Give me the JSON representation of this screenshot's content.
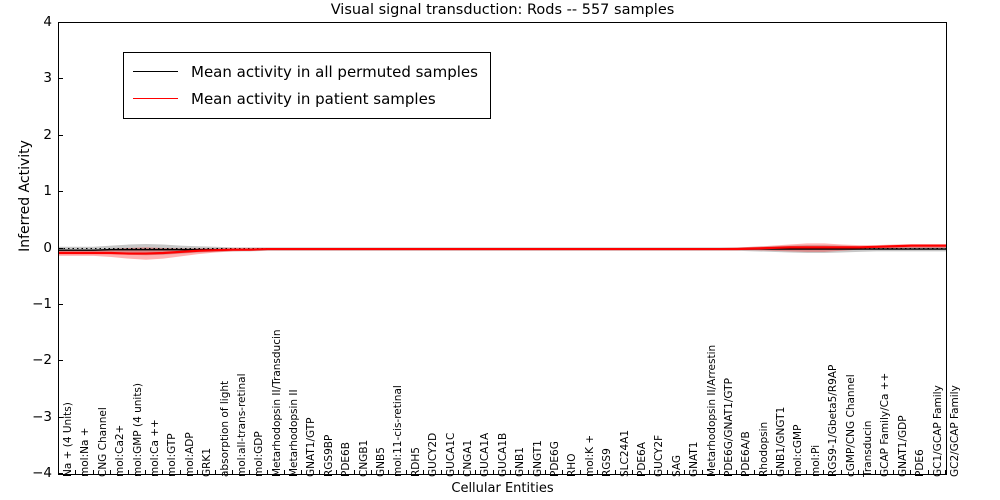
{
  "chart_data": {
    "type": "line",
    "title": "Visual signal transduction: Rods -- 557 samples",
    "xlabel": "Cellular Entities",
    "ylabel": "Inferred Activity",
    "ylim": [
      -4,
      4
    ],
    "yticks": [
      4,
      3,
      2,
      1,
      0,
      -1,
      -2,
      -3,
      -4
    ],
    "grid": false,
    "legend_position": "upper left",
    "zero_reference_line": true,
    "categories": [
      "Na + (4 Units)",
      "mol:Na +",
      "CNG Channel",
      "mol:Ca2+",
      "mol:GMP (4 units)",
      "mol:Ca ++",
      "mol:GTP",
      "mol:ADP",
      "GRK1",
      "absorption of light",
      "mol:all-trans-retinal",
      "mol:GDP",
      "Metarhodopsin II/Transducin",
      "Metarhodopsin II",
      "GNAT1/GTP",
      "RGS9BP",
      "PDE6B",
      "CNGB1",
      "GNB5",
      "mol:11-cis-retinal",
      "RDH5",
      "GUCY2D",
      "GUCA1C",
      "CNGA1",
      "GUCA1A",
      "GUCA1B",
      "GNB1",
      "GNGT1",
      "PDE6G",
      "RHO",
      "mol:K +",
      "RGS9",
      "SLC24A1",
      "PDE6A",
      "GUCY2F",
      "SAG",
      "GNAT1",
      "Metarhodopsin II/Arrestin",
      "PDE6G/GNAT1/GTP",
      "PDE6A/B",
      "Rhodopsin",
      "GNB1/GNGT1",
      "mol:cGMP",
      "mol:Pi",
      "RGS9-1/Gbeta5/R9AP",
      "cGMP/CNG Channel",
      "Transducin",
      "GCAP Family/Ca ++",
      "GNAT1/GDP",
      "PDE6",
      "GC1/GCAP Family",
      "GC2/GCAP Family"
    ],
    "series": [
      {
        "name": "Mean activity in all permuted samples",
        "color": "#000000",
        "values": [
          -0.03,
          -0.03,
          -0.03,
          -0.02,
          -0.02,
          -0.02,
          -0.02,
          -0.02,
          -0.02,
          -0.02,
          -0.02,
          -0.02,
          -0.01,
          -0.01,
          -0.01,
          -0.01,
          -0.01,
          -0.01,
          -0.01,
          -0.01,
          -0.01,
          -0.01,
          -0.01,
          -0.01,
          -0.01,
          -0.01,
          -0.01,
          -0.01,
          -0.01,
          -0.01,
          -0.01,
          -0.01,
          -0.01,
          -0.01,
          -0.01,
          -0.01,
          -0.01,
          -0.01,
          -0.01,
          -0.01,
          -0.01,
          -0.01,
          -0.01,
          -0.01,
          -0.01,
          -0.01,
          -0.01,
          -0.01,
          -0.01,
          -0.01,
          -0.01,
          -0.01
        ],
        "band_low": [
          -0.09,
          -0.09,
          -0.09,
          -0.1,
          -0.11,
          -0.12,
          -0.11,
          -0.09,
          -0.07,
          -0.06,
          -0.05,
          -0.05,
          -0.04,
          -0.04,
          -0.04,
          -0.04,
          -0.04,
          -0.04,
          -0.04,
          -0.04,
          -0.04,
          -0.04,
          -0.04,
          -0.04,
          -0.04,
          -0.04,
          -0.04,
          -0.04,
          -0.04,
          -0.04,
          -0.04,
          -0.04,
          -0.04,
          -0.04,
          -0.04,
          -0.04,
          -0.04,
          -0.04,
          -0.04,
          -0.04,
          -0.05,
          -0.06,
          -0.07,
          -0.08,
          -0.08,
          -0.07,
          -0.06,
          -0.05,
          -0.05,
          -0.05,
          -0.05,
          -0.05
        ],
        "band_high": [
          0.03,
          0.03,
          0.03,
          0.05,
          0.07,
          0.08,
          0.07,
          0.05,
          0.04,
          0.03,
          0.02,
          0.02,
          0.02,
          0.02,
          0.02,
          0.02,
          0.02,
          0.02,
          0.02,
          0.02,
          0.02,
          0.02,
          0.02,
          0.02,
          0.02,
          0.02,
          0.02,
          0.02,
          0.02,
          0.02,
          0.02,
          0.02,
          0.02,
          0.02,
          0.02,
          0.02,
          0.02,
          0.02,
          0.02,
          0.02,
          0.03,
          0.04,
          0.05,
          0.06,
          0.06,
          0.05,
          0.04,
          0.03,
          0.03,
          0.03,
          0.03,
          0.03
        ]
      },
      {
        "name": "Mean activity in patient samples",
        "color": "#ff0000",
        "values": [
          -0.08,
          -0.08,
          -0.08,
          -0.08,
          -0.09,
          -0.09,
          -0.08,
          -0.06,
          -0.04,
          -0.03,
          -0.02,
          -0.02,
          -0.01,
          -0.01,
          -0.01,
          -0.01,
          -0.01,
          -0.01,
          -0.01,
          -0.01,
          -0.01,
          -0.01,
          -0.01,
          -0.01,
          -0.01,
          -0.01,
          -0.01,
          -0.01,
          -0.01,
          -0.01,
          -0.01,
          -0.01,
          -0.01,
          -0.01,
          -0.01,
          -0.01,
          -0.01,
          -0.01,
          -0.01,
          -0.01,
          0.0,
          0.01,
          0.02,
          0.02,
          0.02,
          0.02,
          0.02,
          0.03,
          0.04,
          0.05,
          0.05,
          0.05
        ],
        "band_low": [
          -0.13,
          -0.13,
          -0.13,
          -0.15,
          -0.18,
          -0.2,
          -0.18,
          -0.14,
          -0.1,
          -0.07,
          -0.05,
          -0.04,
          -0.03,
          -0.03,
          -0.03,
          -0.03,
          -0.03,
          -0.03,
          -0.03,
          -0.03,
          -0.03,
          -0.03,
          -0.03,
          -0.03,
          -0.03,
          -0.03,
          -0.03,
          -0.03,
          -0.03,
          -0.03,
          -0.03,
          -0.03,
          -0.03,
          -0.03,
          -0.03,
          -0.03,
          -0.03,
          -0.03,
          -0.03,
          -0.03,
          -0.03,
          -0.04,
          -0.05,
          -0.06,
          -0.06,
          -0.04,
          -0.02,
          -0.01,
          0.0,
          0.01,
          0.01,
          0.01
        ],
        "band_high": [
          -0.03,
          -0.03,
          -0.03,
          -0.01,
          0.01,
          0.02,
          0.01,
          0.0,
          0.0,
          0.0,
          0.0,
          0.0,
          0.01,
          0.01,
          0.01,
          0.01,
          0.01,
          0.01,
          0.01,
          0.01,
          0.01,
          0.01,
          0.01,
          0.01,
          0.01,
          0.01,
          0.01,
          0.01,
          0.01,
          0.01,
          0.01,
          0.01,
          0.01,
          0.01,
          0.01,
          0.01,
          0.01,
          0.01,
          0.01,
          0.02,
          0.03,
          0.05,
          0.07,
          0.09,
          0.09,
          0.07,
          0.06,
          0.06,
          0.07,
          0.08,
          0.08,
          0.08
        ]
      }
    ]
  },
  "legend": {
    "entries": [
      {
        "label": "Mean activity in all permuted samples",
        "color": "#000000"
      },
      {
        "label": "Mean activity in patient samples",
        "color": "#ff0000"
      }
    ]
  }
}
